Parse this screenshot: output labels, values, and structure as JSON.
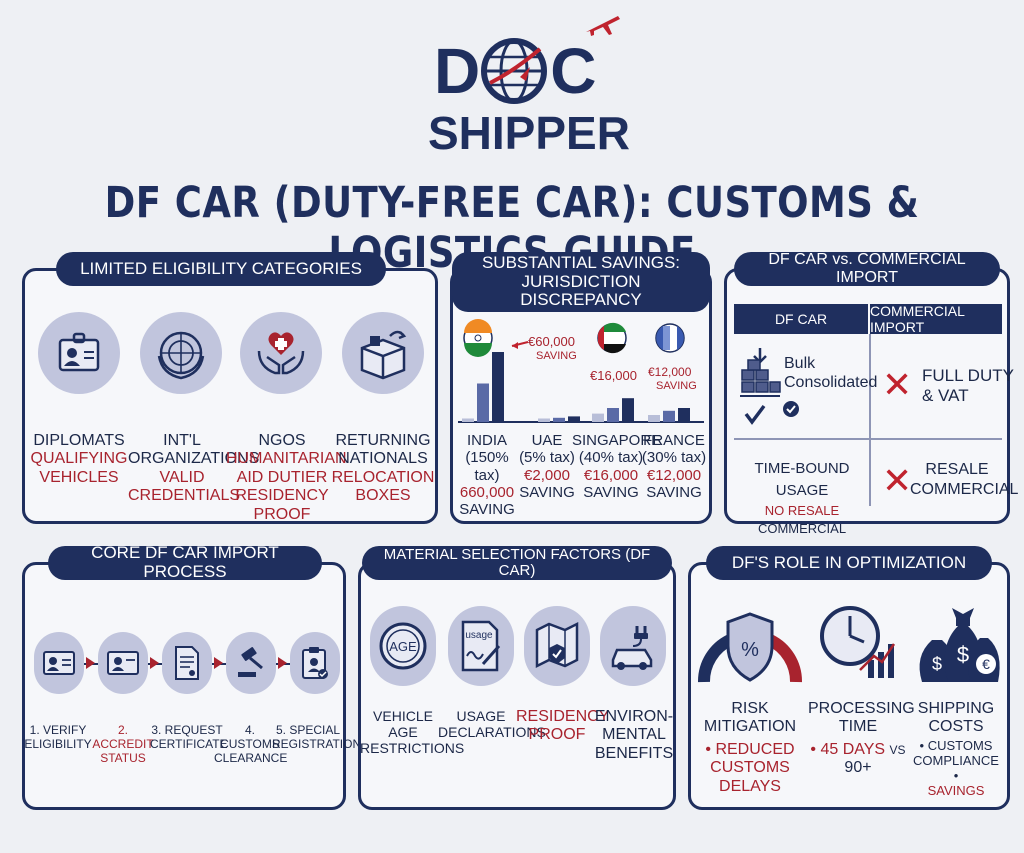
{
  "logo": {
    "top": "D",
    "top_end": "C",
    "bottom": "SHIPPER"
  },
  "title": "DF CAR (DUTY-FREE CAR): CUSTOMS & LOGISTICS GUIDE",
  "eligibility": {
    "title": "LIMITED ELIGIBILITY CATEGORIES",
    "items": [
      {
        "icon": "id-badge-icon",
        "title": [
          "DIPLOMATS"
        ],
        "red": [
          "QUALIFYING",
          "VEHICLES"
        ]
      },
      {
        "icon": "un-emblem-icon",
        "title": [
          "INT'L",
          "ORGANIZATIONS"
        ],
        "red": [
          "VALID",
          "CREDENTIALS"
        ]
      },
      {
        "icon": "heart-hands-icon",
        "title": [
          "NGOS"
        ],
        "red": [
          "HUMANITARIAN",
          "AID DUTIER",
          "RESIDENCY PROOF"
        ]
      },
      {
        "icon": "relocation-box-icon",
        "title": [
          "RETURNING",
          "NATIONALS"
        ],
        "red": [
          "RELOCATION",
          "BOXES"
        ]
      }
    ]
  },
  "savings": {
    "title_line1": "SUBSTANTIAL SAVINGS:",
    "title_line2": "JURISDICTION DISCREPANCY",
    "callouts": [
      {
        "text1": "€60,000",
        "text2": "SAVING"
      },
      {
        "text1": "€16,000",
        "text2": ""
      },
      {
        "text1": "€12,000",
        "text2": "SAVING"
      }
    ],
    "countries": [
      {
        "name": "INDIA",
        "tax": "(150% tax)",
        "saving": "660,000",
        "saving_label": "SAVING",
        "flag": "india-flag-icon",
        "bars": [
          0.05,
          0.55,
          1.0
        ]
      },
      {
        "name": "UAE",
        "tax": "(5% tax)",
        "saving": "€2,000",
        "saving_label": "SAVING",
        "flag": "uae-flag-icon",
        "bars": [
          0.05,
          0.06,
          0.08
        ]
      },
      {
        "name": "SINGAPORE",
        "tax": "(40% tax)",
        "saving": "€16,000",
        "saving_label": "SAVING",
        "flag": "uae-flag-icon",
        "bars": [
          0.12,
          0.2,
          0.34
        ]
      },
      {
        "name": "FRANCE",
        "tax": "(30% tax)",
        "saving": "€12,000",
        "saving_label": "SAVING",
        "flag": "france-flag-icon",
        "bars": [
          0.1,
          0.16,
          0.2
        ]
      }
    ]
  },
  "comparison": {
    "title": "DF CAR vs. COMMERCIAL IMPORT",
    "col1": "DF CAR",
    "col2": "COMMERCIAL IMPORT",
    "row1_left_line1": "Bulk",
    "row1_left_line2": "Consolidated",
    "row1_right_line1": "FULL DUTY",
    "row1_right_line2": "& VAT",
    "row2_left_line1": "TIME-BOUND USAGE",
    "row2_left_red": "NO RESALE",
    "row2_left_tail": "COMMERCIAL",
    "row2_right_line1": "RESALE",
    "row2_right_line2": "COMMERCIAL"
  },
  "process": {
    "title": "CORE DF CAR IMPORT PROCESS",
    "steps": [
      {
        "line1": "1. VERIFY",
        "line2": "ELIGIBILITY",
        "red": false,
        "icon": "id-card-icon"
      },
      {
        "line1": "2. ACCREDIT",
        "line2": "STATUS",
        "red": true,
        "icon": "accreditation-card-icon"
      },
      {
        "line1": "3. REQUEST",
        "line2": "CERTIFICATE",
        "red": false,
        "icon": "certificate-icon"
      },
      {
        "line1": "4. CUSTOMS",
        "line2": "CLEARANCE",
        "red": false,
        "icon": "gavel-icon"
      },
      {
        "line1": "5. SPECIAL",
        "line2": "REGISTRATION",
        "red": false,
        "icon": "clipboard-check-icon"
      }
    ]
  },
  "material": {
    "title": "MATERIAL SELECTION FACTORS (DF CAR)",
    "items": [
      {
        "icon": "age-gauge-icon",
        "icon_text": "AGE",
        "lines": [
          "VEHICLE AGE",
          "RESTRICTIONS"
        ],
        "red": false
      },
      {
        "icon": "usage-document-icon",
        "icon_text": "usage",
        "lines": [
          "USAGE",
          "DECLARATIONS"
        ],
        "red": false
      },
      {
        "icon": "residency-map-icon",
        "icon_text": "",
        "lines": [
          "RESIDENCY",
          "PROOF"
        ],
        "red": true
      },
      {
        "icon": "electric-car-icon",
        "icon_text": "",
        "lines": [
          "ENVIRON-",
          "MENTAL",
          "BENEFITS"
        ],
        "red": false
      }
    ]
  },
  "role": {
    "title": "DF'S ROLE IN OPTIMIZATION",
    "risk_title": "RISK MITIGATION",
    "risk_red": [
      "REDUCED",
      "CUSTOMS",
      "DELAYS"
    ],
    "time_title": [
      "PROCESSING",
      "TIME"
    ],
    "time_red": "45 DAYS",
    "time_vs": "VS",
    "time_tail": "90+",
    "cost_title": [
      "SHIPPING",
      "COSTS"
    ],
    "cost_line1": "CUSTOMS",
    "cost_line2": "COMPLIANCE",
    "cost_red": "SAVINGS"
  }
}
